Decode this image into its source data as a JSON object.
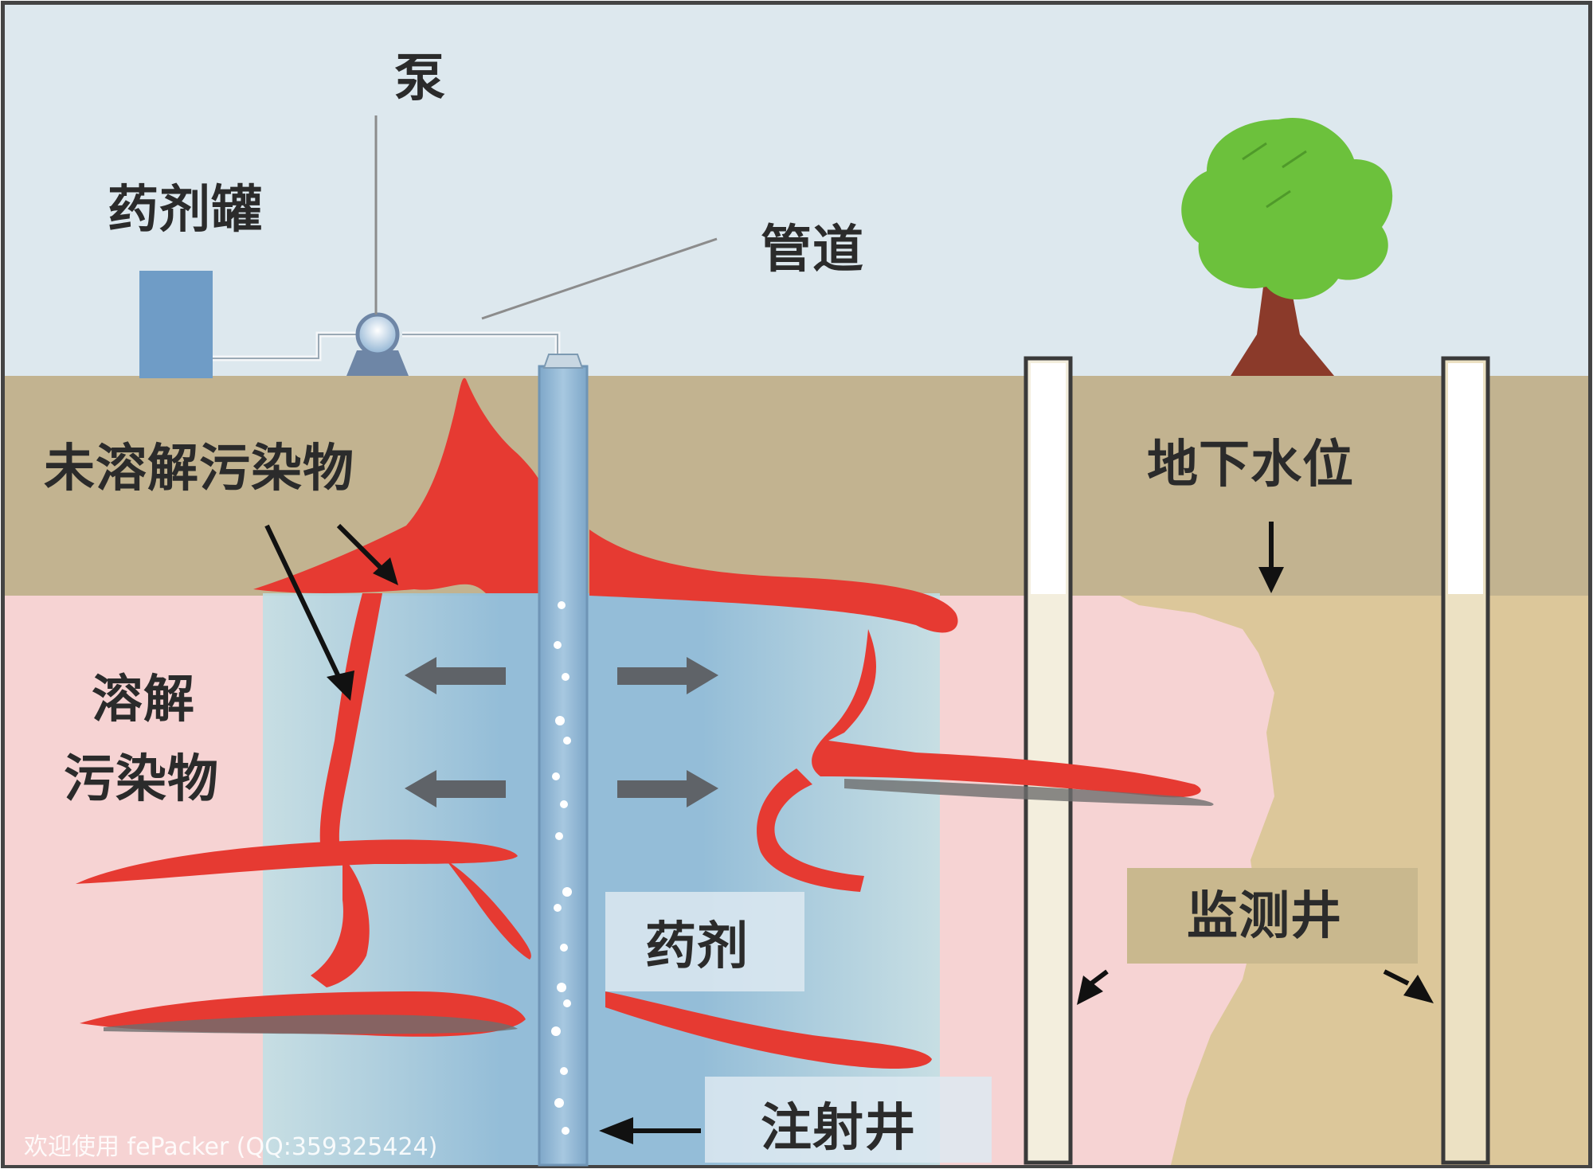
{
  "labels": {
    "pump": "泵",
    "tank": "药剂罐",
    "pipe": "管道",
    "undissolved": "未溶解污染物",
    "water_table": "地下水位",
    "dissolved_line1": "溶解",
    "dissolved_line2": "污染物",
    "monitoring_well": "监测井",
    "reagent": "药剂",
    "injection_well": "注射井"
  },
  "watermark": "欢迎使用 fePacker (QQ:359325424)",
  "colors": {
    "sky": "#dde8ee",
    "soil": "#c2b390",
    "plume_pink": "#f6d3d3",
    "treatment_blue": "#a9cfe3",
    "contaminant_red": "#e63a32",
    "tree_green": "#6cc13c",
    "trunk": "#8b3a2a",
    "tank_blue": "#6f9cc6"
  }
}
